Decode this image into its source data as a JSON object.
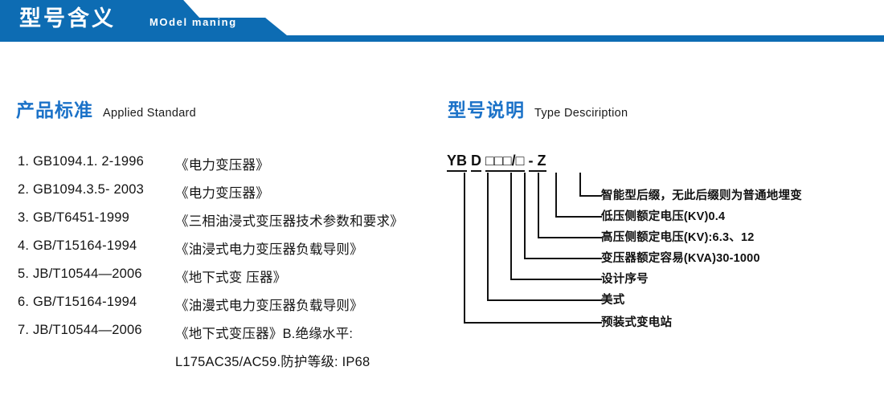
{
  "header": {
    "title": "型号含义",
    "subtitle": "MOdel maning",
    "brand_color": "#0d6cb3"
  },
  "sections": {
    "left": {
      "cn": "产品标准",
      "en": "Applied Standard",
      "color": "#1b72c8"
    },
    "right": {
      "cn": "型号说明",
      "en": "Type Desciription",
      "color": "#1b72c8"
    }
  },
  "standards": [
    {
      "code": "1. GB1094.1. 2-1996",
      "name": "《电力变压器》"
    },
    {
      "code": "2. GB1094.3.5- 2003",
      "name": "《电力变压器》"
    },
    {
      "code": "3. GB/T6451-1999",
      "name": "《三相油浸式变压器技术参数和要求》"
    },
    {
      "code": "4. GB/T15164-1994",
      "name": "《油浸式电力变压器负载导则》"
    },
    {
      "code": "5. JB/T10544—2006",
      "name": "《地下式变 压器》"
    },
    {
      "code": "6. GB/T15164-1994",
      "name": "《油漫式电力变压器负载导则》"
    },
    {
      "code": "7. JB/T10544—2006",
      "name": "《地下式变压器》B.绝缘水平:"
    }
  ],
  "standards_continuation": "L175AC35/AC59.防护等级: IP68",
  "type_code": {
    "segments": [
      "YB",
      "D",
      "□",
      "□",
      "□",
      "/□",
      "- Z"
    ],
    "full": "YB D □□□/□ - Z"
  },
  "type_labels": [
    "智能型后缀，无此后缀则为普通地埋变",
    "低压侧额定电压(KV)0.4",
    "高压侧额定电压(KV):6.3、12",
    "变压器额定容易(KVA)30-1000",
    "设计序号",
    "美式",
    "预装式变电站"
  ]
}
